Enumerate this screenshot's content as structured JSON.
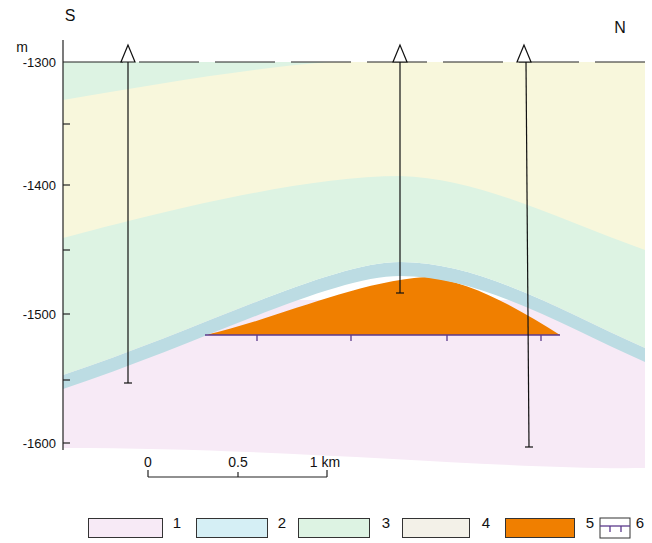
{
  "diagram": {
    "labels": [
      "m",
      "S",
      "N",
      "-1300",
      "-1400",
      "-1500",
      "-1600",
      "0",
      "0.5",
      "1 km"
    ],
    "legend": [
      {
        "text": "1",
        "color": "#f7eaf6"
      },
      {
        "text": "2",
        "color": "#d5eff5"
      },
      {
        "text": "3",
        "color": "#ddf3e3"
      },
      {
        "text": "4",
        "color": "#f3f1e8"
      },
      {
        "text": "5",
        "color": "#f07f00"
      },
      {
        "text": "6"
      }
    ]
  }
}
